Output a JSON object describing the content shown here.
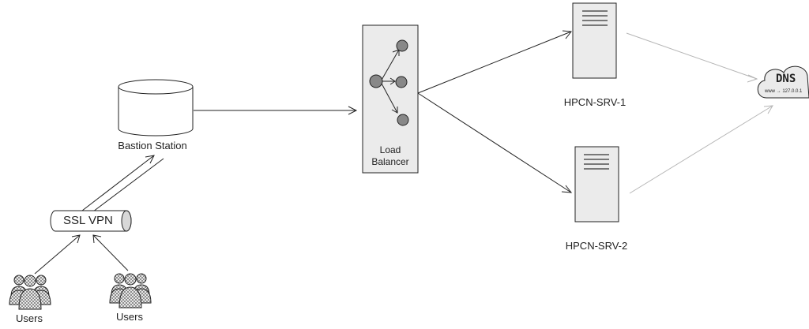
{
  "diagram": {
    "nodes": {
      "bastion": {
        "label": "Bastion Station",
        "icon": "database-icon"
      },
      "ssl_vpn": {
        "label": "SSL VPN",
        "icon": "tunnel-icon"
      },
      "users_left": {
        "label": "Users",
        "icon": "user-group-icon"
      },
      "users_right": {
        "label": "Users",
        "icon": "user-group-icon"
      },
      "load_balancer": {
        "label_line1": "Load",
        "label_line2": "Balancer",
        "icon": "load-balancer-icon"
      },
      "server1": {
        "label": "HPCN-SRV-1",
        "icon": "server-icon"
      },
      "server2": {
        "label": "HPCN-SRV-2",
        "icon": "server-icon"
      },
      "dns": {
        "label": "DNS",
        "sublabel": "www → 127.0.0.1",
        "icon": "cloud-icon"
      }
    },
    "colors": {
      "stroke": "#222222",
      "fill_gray": "#ebebeb",
      "node_fill": "#888888",
      "faint_arrow": "#b5b5b5"
    }
  }
}
